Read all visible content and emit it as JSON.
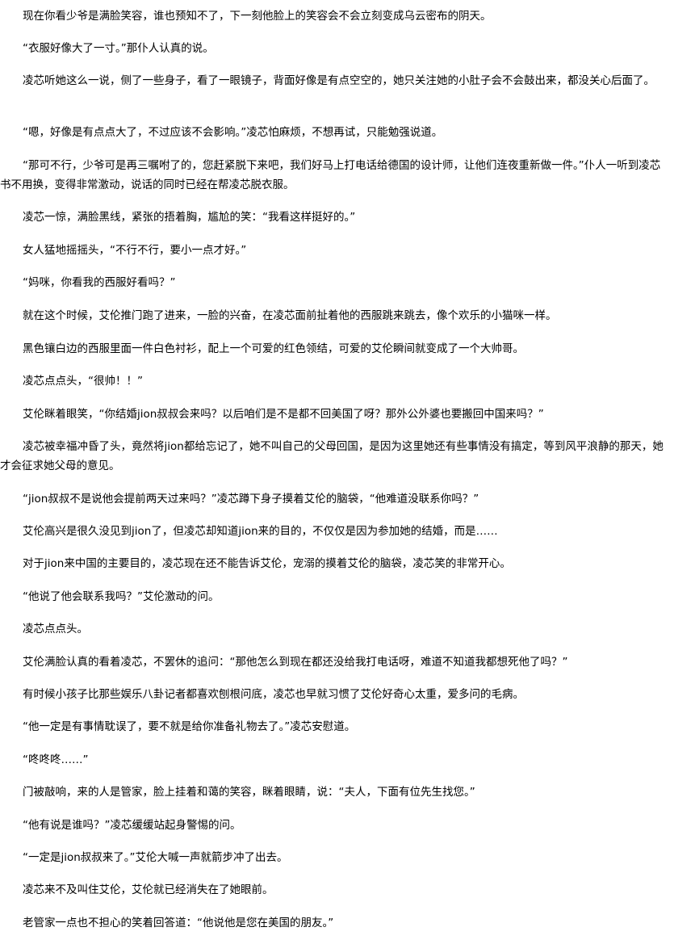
{
  "paragraphs": [
    "现在你看少爷是满脸笑容，谁也预知不了，下一刻他脸上的笑容会不会立刻变成乌云密布的阴天。",
    "“衣服好像大了一寸。”那仆人认真的说。",
    "凌芯听她这么一说，侧了一些身子，看了一眼镜子，背面好像是有点空空的，她只关注她的小肚子会不会鼓出来，都没关心后面了。",
    "“嗯，好像是有点点大了，不过应该不会影响。”凌芯怕麻烦，不想再试，只能勉强说道。",
    "“那可不行，少爷可是再三嘱咐了的，您赶紧脱下来吧，我们好马上打电话给德国的设计师，让他们连夜重新做一件。”仆人一听到凌芯书不用换，变得非常激动，说话的同时已经在帮凌芯脱衣服。",
    "凌芯一惊，满脸黑线，紧张的捂着胸，尴尬的笑：“我看这样挺好的。”",
    "女人猛地摇摇头，“不行不行，要小一点才好。”",
    "“妈咪，你看我的西服好看吗？”",
    "就在这个时候，艾伦推门跑了进来，一脸的兴奋，在凌芯面前扯着他的西服跳来跳去，像个欢乐的小猫咪一样。",
    "黑色镶白边的西服里面一件白色衬衫，配上一个可爱的红色领结，可爱的艾伦瞬间就变成了一个大帅哥。",
    "凌芯点点头，“很帅！！”",
    "艾伦眯着眼笑，“你结婚jion叔叔会来吗？以后咱们是不是都不回美国了呀？那外公外婆也要搬回中国来吗？”",
    "凌芯被幸福冲昏了头，竟然将jion都给忘记了，她不叫自己的父母回国，是因为这里她还有些事情没有搞定，等到风平浪静的那天，她才会征求她父母的意见。",
    "“jion叔叔不是说他会提前两天过来吗？”凌芯蹲下身子摸着艾伦的脑袋，“他难道没联系你吗？”",
    "艾伦高兴是很久没见到jion了，但凌芯却知道jion来的目的，不仅仅是因为参加她的结婚，而是……",
    "对于jion来中国的主要目的，凌芯现在还不能告诉艾伦，宠溺的摸着艾伦的脑袋，凌芯笑的非常开心。",
    "“他说了他会联系我吗？”艾伦激动的问。",
    "凌芯点点头。",
    "艾伦满脸认真的看着凌芯，不罢休的追问：“那他怎么到现在都还没给我打电话呀，难道不知道我都想死他了吗？”",
    "有时候小孩子比那些娱乐八卦记者都喜欢刨根问底，凌芯也早就习惯了艾伦好奇心太重，爱多问的毛病。",
    "“他一定是有事情耽误了，要不就是给你准备礼物去了。”凌芯安慰道。",
    "“咚咚咚……”",
    "门被敲响，来的人是管家，脸上挂着和蔼的笑容，眯着眼睛，说：“夫人，下面有位先生找您。”",
    "“他有说是谁吗？”凌芯缓缓站起身警惕的问。",
    "“一定是jion叔叔来了。”艾伦大喊一声就箭步冲了出去。",
    "凌芯来不及叫住艾伦，艾伦就已经消失在了她眼前。",
    "老管家一点也不担心的笑着回答道：“他说他是您在美国的朋友。”"
  ]
}
